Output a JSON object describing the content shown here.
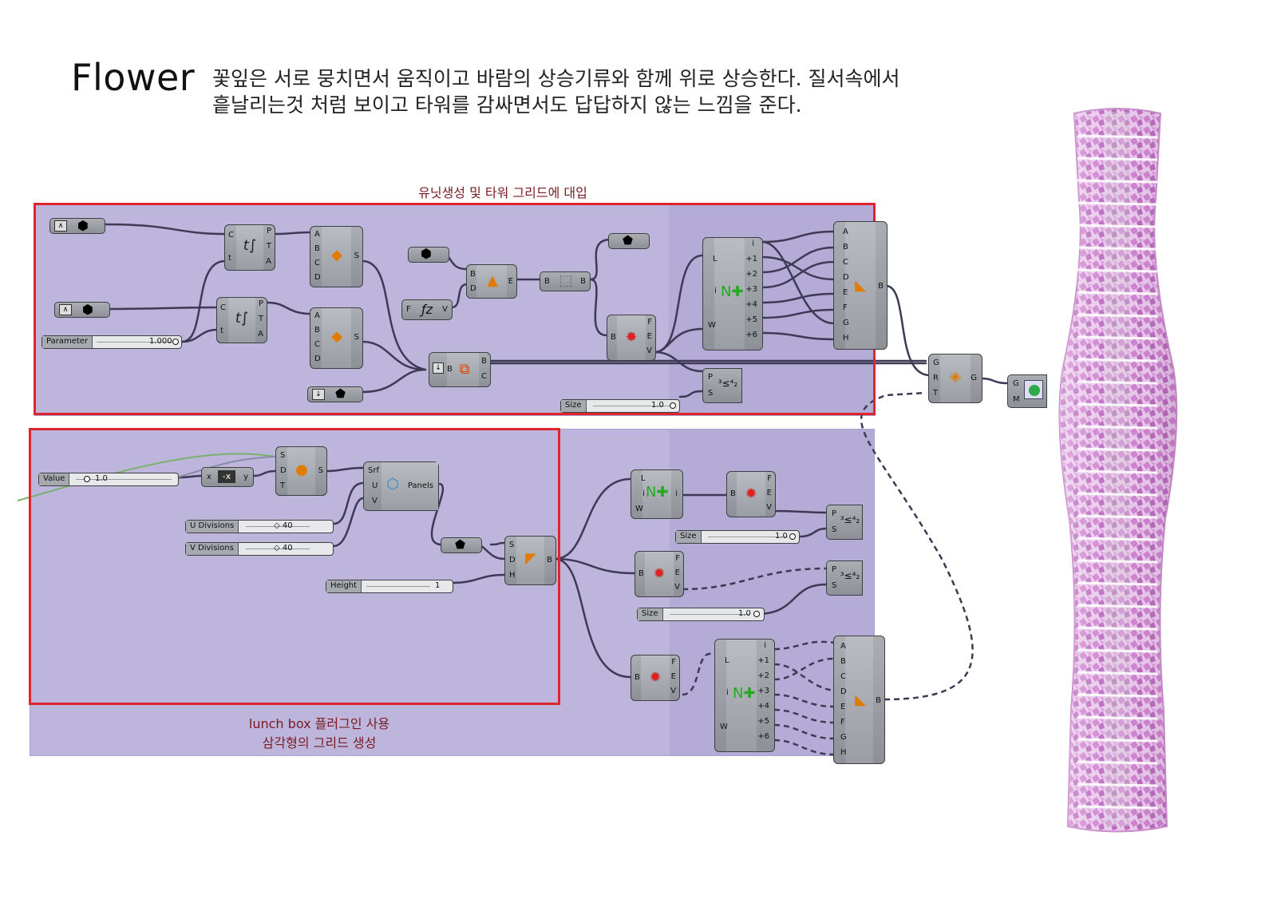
{
  "header": {
    "title": "Flower",
    "description_line1": "꽃잎은 서로 뭉치면서 움직이고 바람의 상승기류와 함께 위로 상승한다. 질서속에서",
    "description_line2": "흩날리는것 처럼 보이고 타워를 감싸면서도 답답하지 않는 느낌을 준다."
  },
  "captions": {
    "top_group": "유닛생성 및 타워 그리드에 대입",
    "bottom_group_line1": "lunch box 플러그인 사용",
    "bottom_group_line2": "삼각형의 그리드 생성"
  },
  "sliders": {
    "parameter": {
      "label": "Parameter",
      "value": "1.000"
    },
    "size_top": {
      "label": "Size",
      "value": "1.0"
    },
    "value": {
      "label": "Value",
      "value": "1.0"
    },
    "u_divisions": {
      "label": "U Divisions",
      "value": "◇ 40"
    },
    "v_divisions": {
      "label": "V Divisions",
      "value": "◇ 40"
    },
    "height": {
      "label": "Height",
      "value": "1"
    },
    "size_mid1": {
      "label": "Size",
      "value": "1.0"
    },
    "size_mid2": {
      "label": "Size",
      "value": "1.0"
    }
  },
  "components": {
    "eval_curve_1": {
      "in": [
        "C",
        "t"
      ],
      "out": [
        "P",
        "T",
        "A"
      ]
    },
    "eval_curve_2": {
      "in": [
        "C",
        "t"
      ],
      "out": [
        "P",
        "T",
        "A"
      ]
    },
    "surface_1": {
      "in": [
        "A",
        "B",
        "C",
        "D"
      ],
      "out": [
        "S"
      ]
    },
    "surface_2": {
      "in": [
        "A",
        "B",
        "C",
        "D"
      ],
      "out": [
        "S"
      ]
    },
    "extrude": {
      "in": [
        "B",
        "D"
      ],
      "out": [
        "E"
      ]
    },
    "box": {
      "in": [
        "B"
      ],
      "out": [
        "B"
      ]
    },
    "expression": {
      "in": [
        "F"
      ],
      "out": [
        "V"
      ]
    },
    "deconstruct_brep_1": {
      "in": [
        "B"
      ],
      "out": [
        "F",
        "E",
        "V"
      ]
    },
    "list_item_top": {
      "in": [
        "L",
        "i",
        "W"
      ],
      "out": [
        "i",
        "+1",
        "+2",
        "+3",
        "+4",
        "+5",
        "+6"
      ]
    },
    "box_morph_top": {
      "in": [
        "A",
        "B",
        "C",
        "D",
        "E",
        "F",
        "G",
        "H"
      ],
      "out": [
        "B"
      ]
    },
    "bounding": {
      "in": [
        "B"
      ],
      "out": [
        "B",
        "C"
      ]
    },
    "point_list_top": {
      "in": [
        "P",
        "S"
      ]
    },
    "group_transform": {
      "in": [
        "G",
        "R",
        "T"
      ],
      "out": [
        "G"
      ]
    },
    "custom_preview": {
      "in": [
        "G",
        "M"
      ]
    },
    "rotate": {
      "in": [
        "S",
        "D",
        "T"
      ],
      "out": [
        "S"
      ]
    },
    "negative": {
      "in": [
        "x"
      ],
      "out": [
        "y"
      ]
    },
    "panels": {
      "in": [
        "Srf",
        "U",
        "V"
      ],
      "out": [
        "Panels"
      ]
    },
    "extrude_2": {
      "in": [
        "S",
        "D",
        "H"
      ],
      "out": [
        "B"
      ]
    },
    "list_item_mid": {
      "in": [
        "L",
        "i",
        "W"
      ],
      "out": [
        "i"
      ]
    },
    "deconstruct_brep_2": {
      "in": [
        "B"
      ],
      "out": [
        "F",
        "E",
        "V"
      ]
    },
    "deconstruct_brep_3": {
      "in": [
        "B"
      ],
      "out": [
        "F",
        "E",
        "V"
      ]
    },
    "deconstruct_brep_4": {
      "in": [
        "B"
      ],
      "out": [
        "F",
        "E",
        "V"
      ]
    },
    "point_list_mid1": {
      "in": [
        "P",
        "S"
      ]
    },
    "point_list_mid2": {
      "in": [
        "P",
        "S"
      ]
    },
    "list_item_bottom": {
      "in": [
        "L",
        "i",
        "W"
      ],
      "out": [
        "i",
        "+1",
        "+2",
        "+3",
        "+4",
        "+5",
        "+6"
      ]
    },
    "box_morph_bottom": {
      "in": [
        "A",
        "B",
        "C",
        "D",
        "E",
        "F",
        "G",
        "H"
      ],
      "out": [
        "B"
      ]
    }
  },
  "colors": {
    "group_fill": "#bdb5dc",
    "red_frame": "#e0242b",
    "caption": "#7a1a20",
    "tower": "#d28fd2"
  }
}
